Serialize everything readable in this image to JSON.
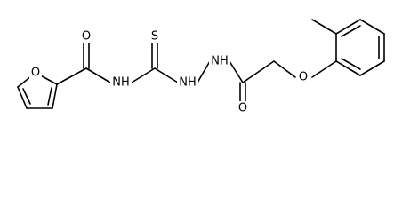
{
  "molecule": {
    "description_colors": {
      "background": "#ffffff",
      "bond": "#000000",
      "label": "#000000"
    },
    "atoms": {
      "furan_o": "O",
      "carbonyl1_o": "O",
      "amide_nh": "NH",
      "thio_s": "S",
      "hydrazide_nh1": "NH",
      "hydrazide_nh2": "NH",
      "carbonyl2_o": "O",
      "ether_o": "O"
    }
  }
}
